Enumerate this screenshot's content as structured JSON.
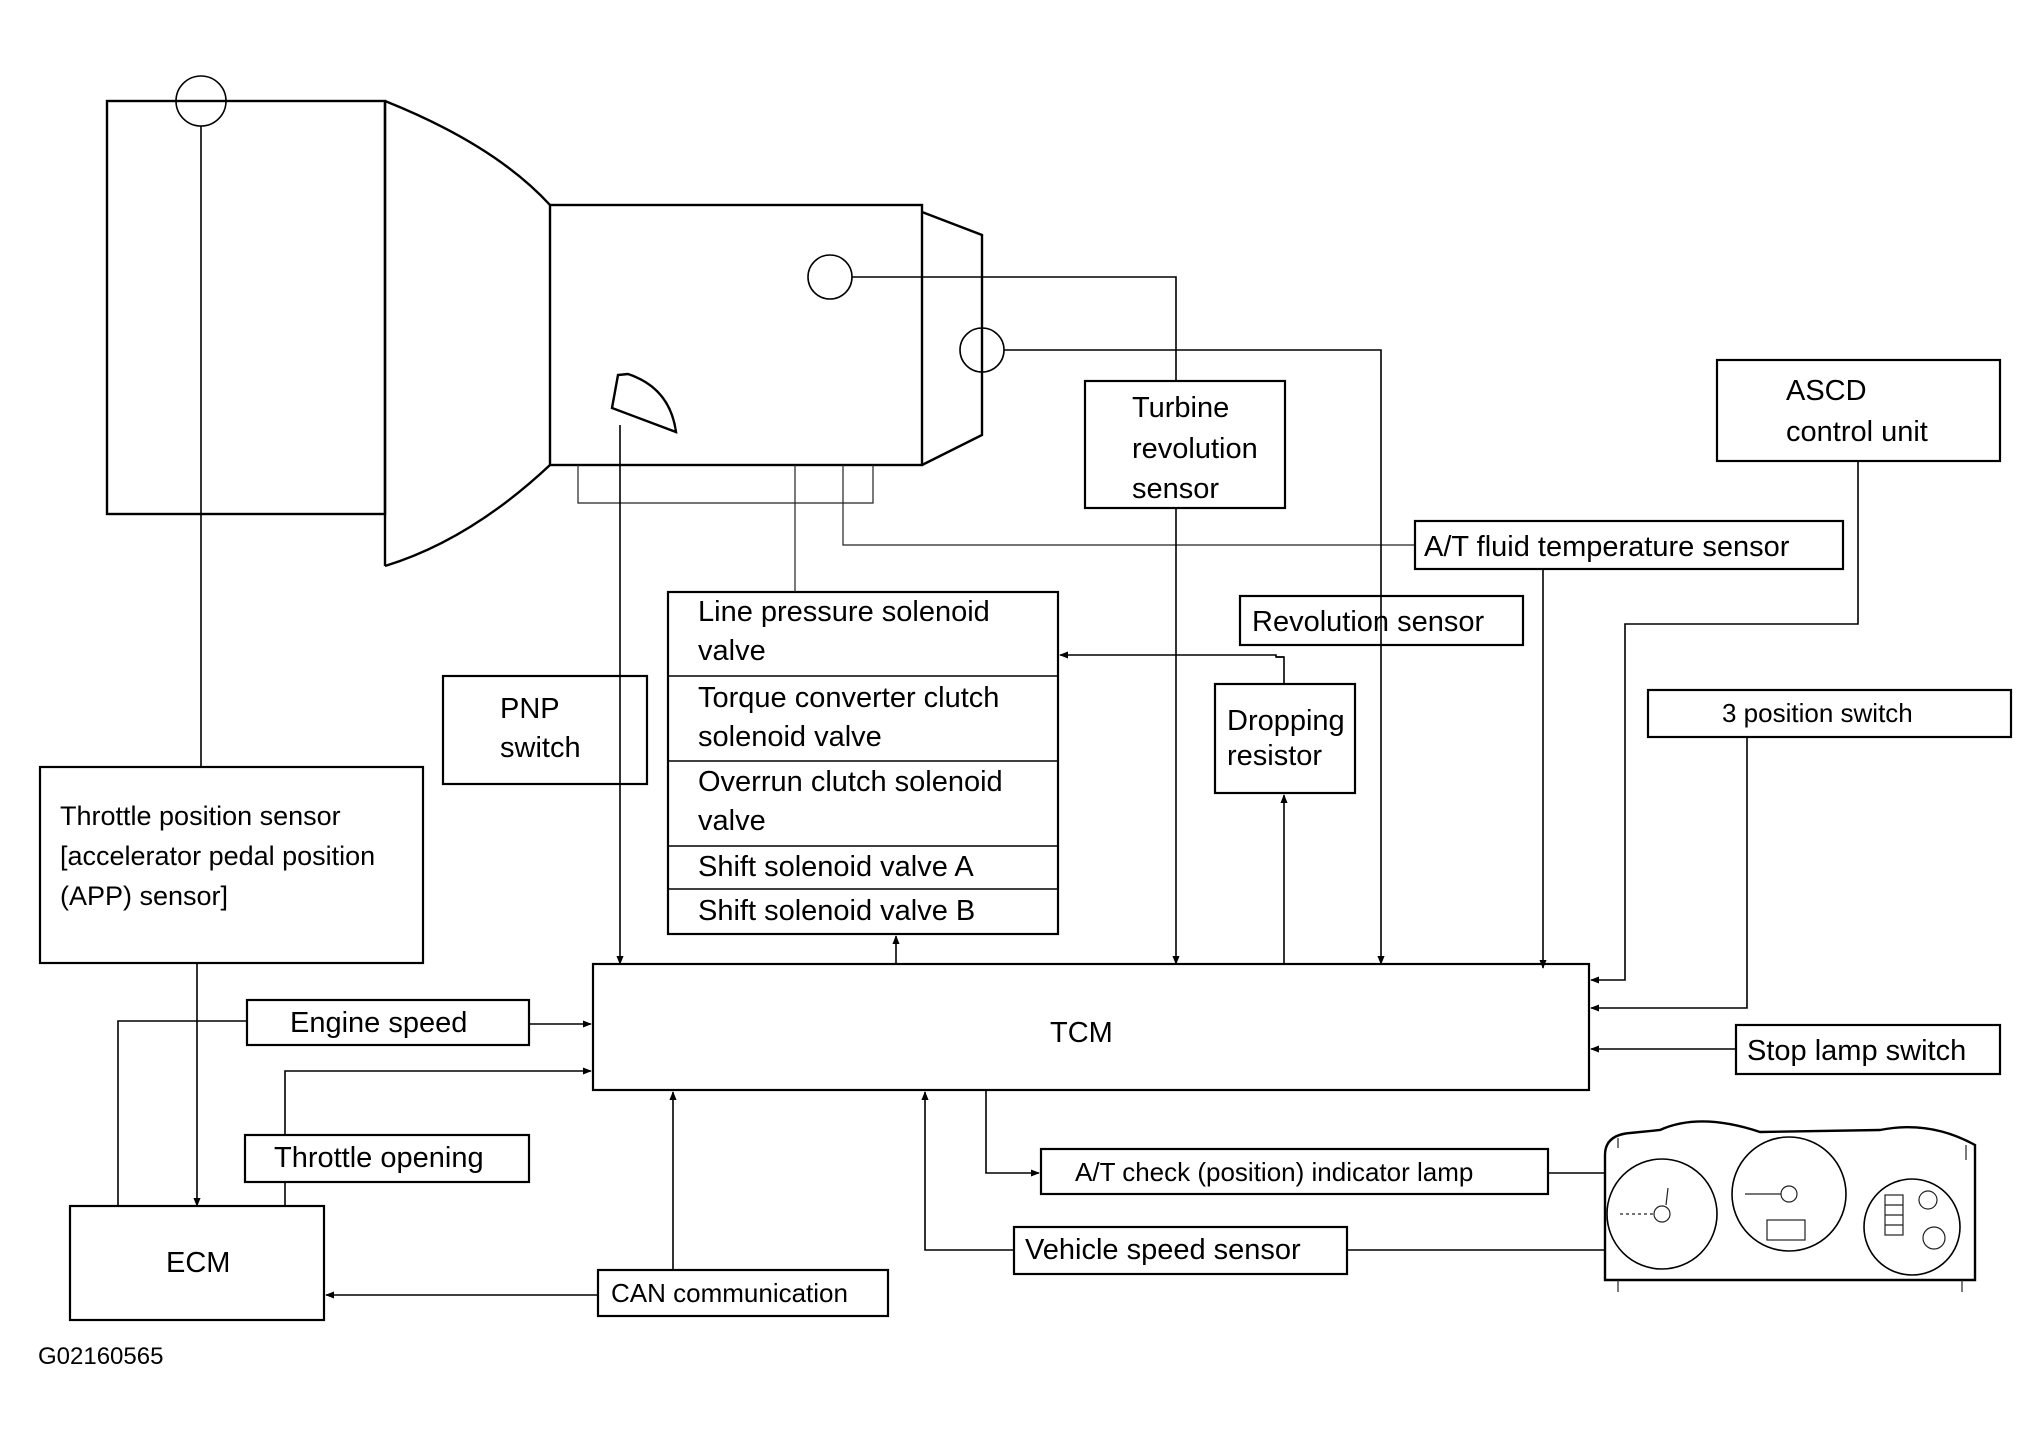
{
  "labels": {
    "turbine_sensor": [
      "Turbine",
      "revolution",
      "sensor"
    ],
    "ascd_unit": [
      "ASCD",
      "control unit"
    ],
    "fluid_temp_sensor": "A/T fluid temperature sensor",
    "revolution_sensor": "Revolution sensor",
    "dropping_resistor": [
      "Dropping",
      "resistor"
    ],
    "three_position_switch": "3 position switch",
    "pnp_switch": [
      "PNP",
      "switch"
    ],
    "solenoid_stack": {
      "line_pressure": [
        "Line pressure solenoid",
        "valve"
      ],
      "torque_converter": [
        "Torque converter clutch",
        "solenoid valve"
      ],
      "overrun_clutch": [
        "Overrun clutch solenoid",
        "valve"
      ],
      "shift_a": "Shift solenoid valve A",
      "shift_b": "Shift solenoid valve B"
    },
    "throttle_sensor": [
      "Throttle position sensor",
      "[accelerator pedal position",
      "(APP) sensor]"
    ],
    "engine_speed": "Engine speed",
    "throttle_opening": "Throttle opening",
    "tcm": "TCM",
    "stop_lamp_switch": "Stop lamp switch",
    "ecm": "ECM",
    "at_check_lamp": "A/T check (position) indicator lamp",
    "vehicle_speed_sensor": "Vehicle speed sensor",
    "can_communication": "CAN communication",
    "figure_id": "G02160565"
  },
  "icons": {
    "transmission": "transmission-illustration-icon",
    "instrument_cluster": "instrument-cluster-icon"
  }
}
